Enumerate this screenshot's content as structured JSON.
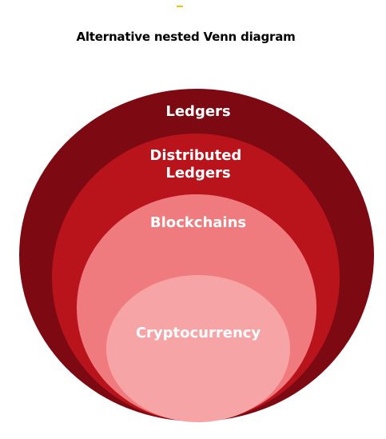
{
  "title": "Alternative nested Venn diagram",
  "colors": {
    "ledgers": "#7d0a12",
    "distributed_ledgers": "#b9131b",
    "blockchains": "#f07b7f",
    "cryptocurrency": "#f7a4a7",
    "label": "#ffffff",
    "accent": "#f2c200"
  },
  "sets": [
    {
      "id": "ledgers",
      "label": "Ledgers"
    },
    {
      "id": "distributed_ledgers",
      "label_lines": [
        "Distributed",
        "Ledgers"
      ]
    },
    {
      "id": "blockchains",
      "label": "Blockchains"
    },
    {
      "id": "cryptocurrency",
      "label": "Cryptocurrency"
    }
  ]
}
